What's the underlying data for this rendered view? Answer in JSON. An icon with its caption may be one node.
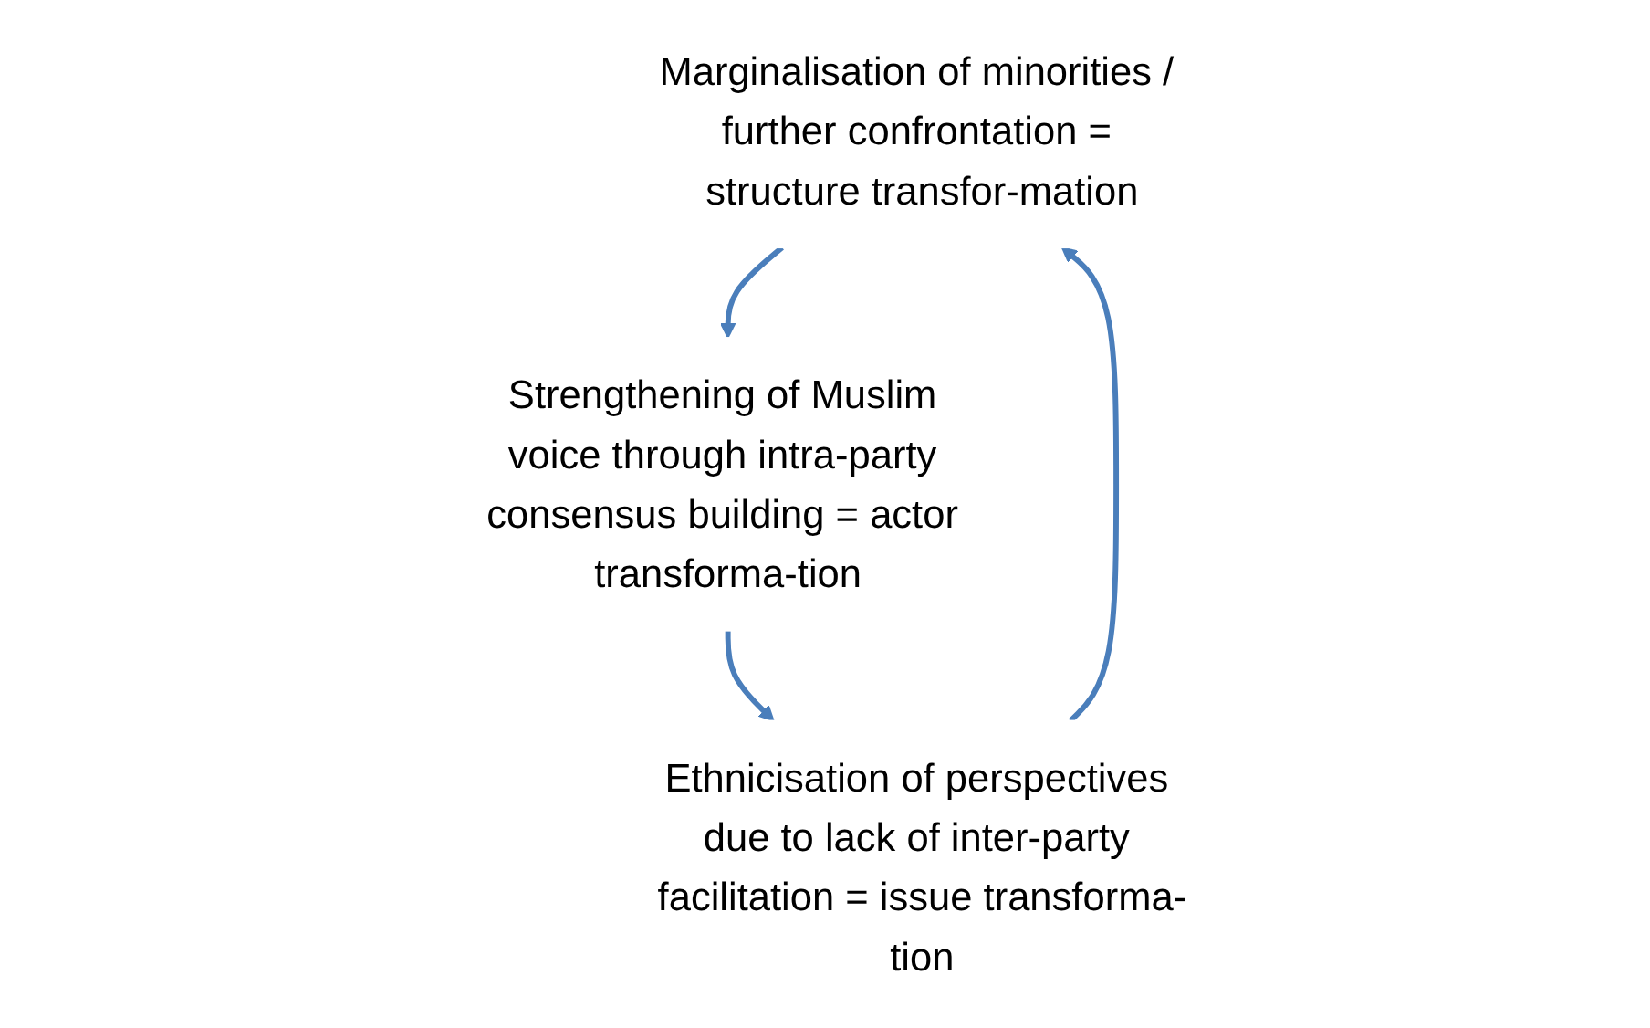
{
  "diagram": {
    "nodes": [
      {
        "text": [
          "Marginalisation of minorities / further confrontation = structure transfor-mation"
        ]
      },
      {
        "text": [
          "Strengthening of Muslim voice through intra-party consensus building = actor transforma-tion"
        ]
      },
      {
        "text": [
          "Ethnicisation of perspectives due to lack of inter-party facilitation = issue transforma-tion"
        ]
      }
    ],
    "edges": [
      {
        "from": 0,
        "to": 1,
        "arrow": "to"
      },
      {
        "from": 1,
        "to": 2,
        "arrow": "to"
      },
      {
        "from": 2,
        "to": 0,
        "arrow": "to"
      }
    ]
  }
}
